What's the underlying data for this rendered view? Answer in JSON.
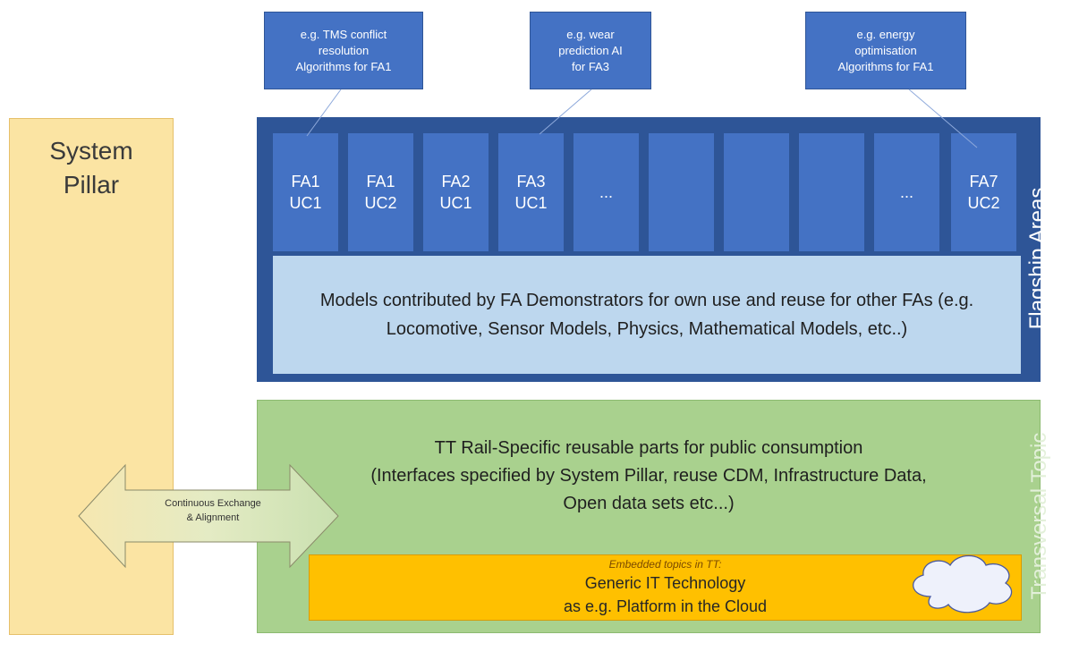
{
  "system_pillar": {
    "line1": "System",
    "line2": "Pillar"
  },
  "callouts": [
    {
      "line1": "e.g. TMS conflict",
      "line2": "resolution",
      "line3": "Algorithms for FA1"
    },
    {
      "line1": "e.g. wear",
      "line2": "prediction AI",
      "line3": "for FA3"
    },
    {
      "line1": "e.g. energy",
      "line2": "optimisation",
      "line3": "Algorithms for FA1"
    }
  ],
  "flagship": {
    "label": "Flagship Areas",
    "use_cases": [
      {
        "line1": "FA1",
        "line2": "UC1"
      },
      {
        "line1": "FA1",
        "line2": "UC2"
      },
      {
        "line1": "FA2",
        "line2": "UC1"
      },
      {
        "line1": "FA3",
        "line2": "UC1"
      },
      {
        "line1": "...",
        "line2": ""
      },
      {
        "line1": "",
        "line2": ""
      },
      {
        "line1": "",
        "line2": ""
      },
      {
        "line1": "",
        "line2": ""
      },
      {
        "line1": "...",
        "line2": ""
      },
      {
        "line1": "FA7",
        "line2": "UC2"
      }
    ],
    "models_text": "Models contributed by FA Demonstrators for own use and reuse for other FAs (e.g. Locomotive, Sensor Models, Physics, Mathematical Models, etc..)"
  },
  "transversal": {
    "label": "Transversal Topic",
    "line1": "TT Rail-Specific reusable parts for public consumption",
    "line2": "(Interfaces specified by System Pillar, reuse CDM, Infrastructure Data,",
    "line3": "Open data sets etc...)"
  },
  "embedded": {
    "note": "Embedded topics in TT:",
    "line1": "Generic IT Technology",
    "line2": "as e.g. Platform in the Cloud"
  },
  "exchange_arrow": {
    "line1": "Continuous Exchange",
    "line2": "& Alignment"
  },
  "colors": {
    "pillar": "#fbe4a3",
    "flagship_bg": "#2e5597",
    "use_case_box": "#4472c4",
    "models_box": "#bdd7ee",
    "transversal_bg": "#a9d18e",
    "embedded_box": "#ffc000"
  }
}
